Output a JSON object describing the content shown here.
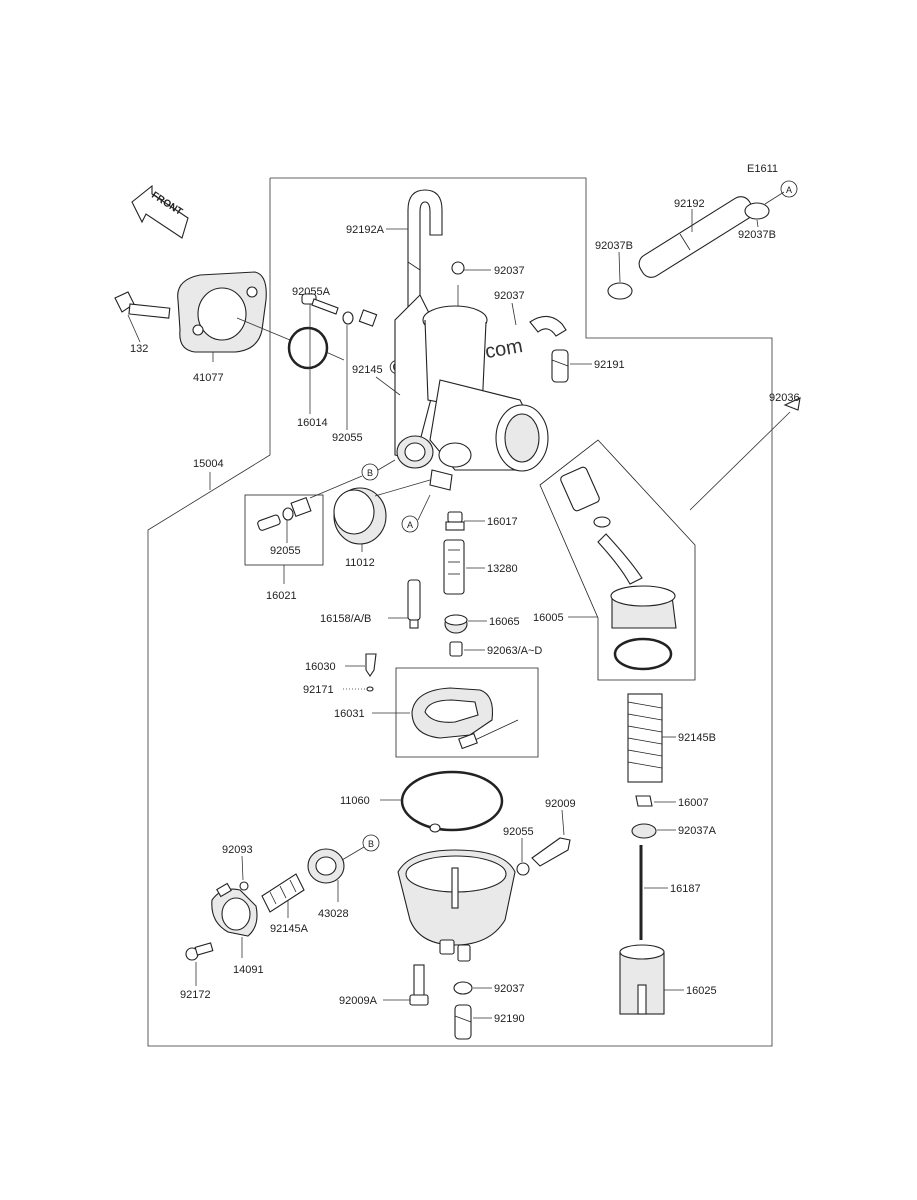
{
  "diagram_code": "E1611",
  "watermark": "© Partzilla.com",
  "front_label": "FRONT",
  "ref_markers": {
    "a": "A",
    "b": "B"
  },
  "labels": {
    "l92192A": "92192A",
    "l92037_top": "92037",
    "l92037_mid": "92037",
    "l92192": "92192",
    "l92037B_left": "92037B",
    "l92037B_right": "92037B",
    "l92055A": "92055A",
    "l132": "132",
    "l41077": "41077",
    "l92145": "92145",
    "l92191": "92191",
    "l92036": "92036",
    "l16014": "16014",
    "l92055_upper": "92055",
    "l15004": "15004",
    "l92055_left": "92055",
    "l16021": "16021",
    "l11012": "11012",
    "l16017": "16017",
    "l13280": "13280",
    "l16005": "16005",
    "l16158": "16158/A/B",
    "l16065": "16065",
    "l92063": "92063/A~D",
    "l16030": "16030",
    "l92171": "92171",
    "l16031": "16031",
    "l92145B": "92145B",
    "l11060": "11060",
    "l16007": "16007",
    "l92009": "92009",
    "l92037A": "92037A",
    "l92055_lower": "92055",
    "l92093": "92093",
    "l16187": "16187",
    "l43028": "43028",
    "l92145A": "92145A",
    "l14091": "14091",
    "l92172": "92172",
    "l92009A": "92009A",
    "l92037_bottom": "92037",
    "l16025": "16025",
    "l92190": "92190"
  }
}
